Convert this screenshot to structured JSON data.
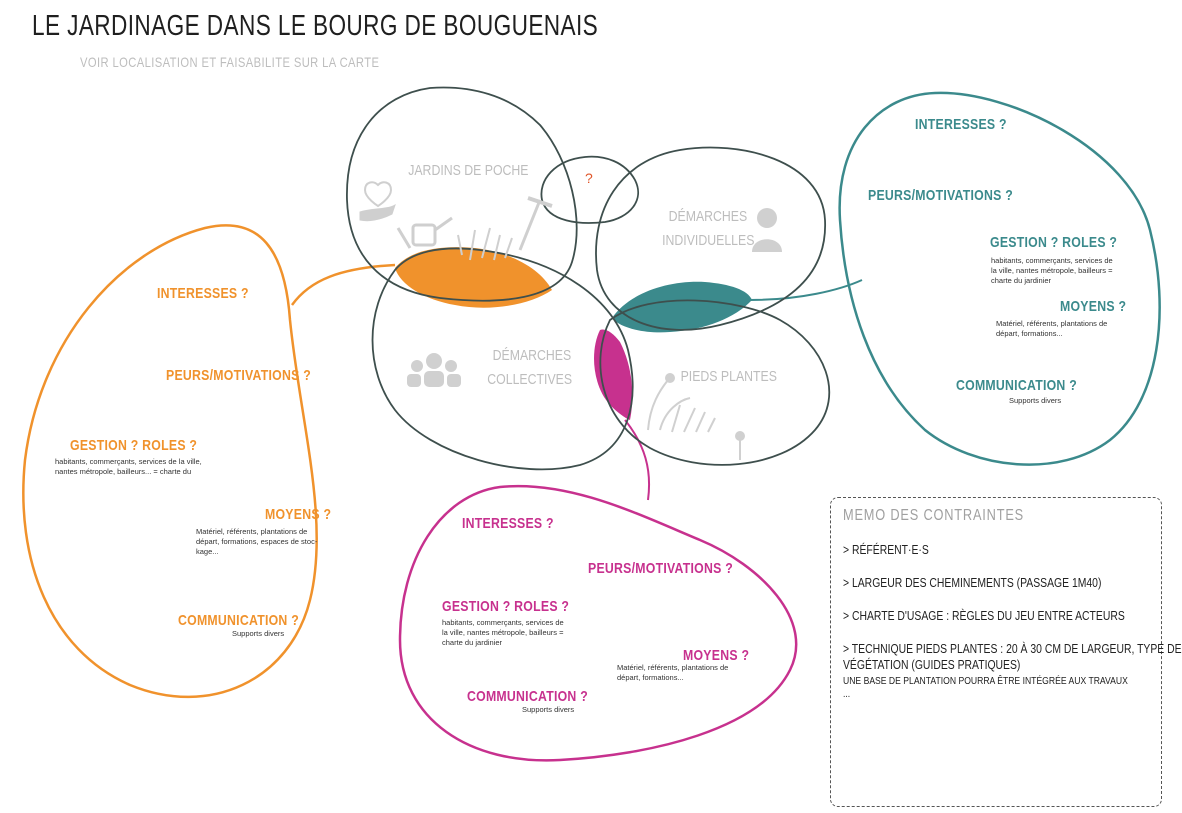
{
  "header": {
    "title": "LE JARDINAGE DANS LE BOURG DE BOUGUENAIS",
    "subtitle": "VOIR LOCALISATION ET FAISABILITE SUR LA CARTE"
  },
  "colors": {
    "orange": "#f0922c",
    "magenta": "#c7318e",
    "teal": "#3b8a8c",
    "petal_stroke": "#3e4f4d",
    "grey_label": "#bdbdbd"
  },
  "center": {
    "question": "?",
    "petals": {
      "jardins_de_poche": "JARDINS DE POCHE",
      "demarches_individuelles_1": "DÉMARCHES",
      "demarches_individuelles_2": "INDIVIDUELLES",
      "demarches_collectives_1": "DÉMARCHES",
      "demarches_collectives_2": "COLLECTIVES",
      "pieds_plantes": "PIEDS PLANTES"
    }
  },
  "orange_group": {
    "interesses": "INTERESSES ?",
    "peurs": "PEURS/MOTIVATIONS ?",
    "gestion": "GESTION ? ROLES ?",
    "gestion_detail": [
      "habitants, commerçants, services de la ville,",
      "nantes métropole, bailleurs... = charte du"
    ],
    "moyens": "MOYENS ?",
    "moyens_detail": [
      "Matériel, référents, plantations de",
      "départ, formations, espaces de stoc-",
      "kage..."
    ],
    "communication": "COMMUNICATION ?",
    "communication_detail": "Supports divers"
  },
  "magenta_group": {
    "interesses": "INTERESSES ?",
    "peurs": "PEURS/MOTIVATIONS ?",
    "gestion": "GESTION ? ROLES ?",
    "gestion_detail": [
      "habitants, commerçants, services de",
      "la ville, nantes métropole, bailleurs =",
      "charte du jardinier"
    ],
    "moyens": "MOYENS ?",
    "moyens_detail": [
      "Matériel, référents, plantations de",
      "départ, formations..."
    ],
    "communication": "COMMUNICATION ?",
    "communication_detail": "Supports divers"
  },
  "teal_group": {
    "interesses": "INTERESSES ?",
    "peurs": "PEURS/MOTIVATIONS ?",
    "gestion": "GESTION ? ROLES ?",
    "gestion_detail": [
      "habitants, commerçants, services de",
      "la ville, nantes métropole, bailleurs =",
      "charte du jardinier"
    ],
    "moyens": "MOYENS ?",
    "moyens_detail": [
      "Matériel, référents, plantations de",
      "départ, formations..."
    ],
    "communication": "COMMUNICATION ?",
    "communication_detail": "Supports divers"
  },
  "memo": {
    "title": "MEMO DES CONTRAINTES",
    "items": [
      "> RÉFÉRENT·E·S",
      "> LARGEUR DES CHEMINEMENTS (PASSAGE 1M40)",
      "> CHARTE D'USAGE : RÈGLES DU JEU ENTRE ACTEURS",
      "> TECHNIQUE PIEDS PLANTES : 20 À 30 CM DE LARGEUR, TYPE DE",
      "VÉGÉTATION (GUIDES PRATIQUES)"
    ],
    "sub": "UNE BASE DE PLANTATION POURRA ÊTRE INTÉGRÉE AUX TRAVAUX",
    "ellipsis": "..."
  }
}
